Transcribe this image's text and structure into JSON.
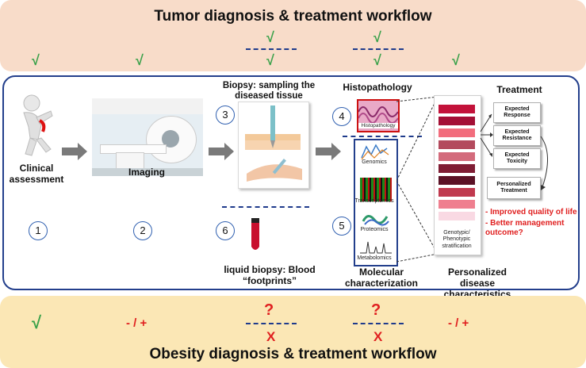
{
  "top": {
    "title": "Tumor diagnosis & treatment workflow",
    "check": "√"
  },
  "bottom": {
    "title": "Obesity diagnosis & treatment workflow",
    "check": "√",
    "partial": "- / +",
    "question": "?",
    "cross": "X"
  },
  "steps": {
    "clinical": {
      "label": "Clinical assessment",
      "number": "1"
    },
    "imaging": {
      "label": "Imaging",
      "number": "2"
    },
    "biopsy": {
      "label": "Biopsy: sampling the diseased tissue",
      "number": "3"
    },
    "histopathology": {
      "label": "Histopathology",
      "image_label": "Histopathology",
      "number": "4"
    },
    "molecular": {
      "label": "Molecular characterization",
      "number": "5",
      "omics": [
        "Genomics",
        "Transcriptomics",
        "Proteomics",
        "Metabolomics"
      ]
    },
    "liquid": {
      "label": "liquid biopsy: Blood “footprints”",
      "number": "6"
    },
    "personalized": {
      "label": "Personalized disease characteristics",
      "strip_label": "Genotypic/ Phenotypic stratification"
    },
    "treatment": {
      "label": "Treatment",
      "boxes": [
        "Expected Response",
        "Expected Resistance",
        "Expected Toxicity",
        "Personalized Treatment"
      ],
      "outcomes": [
        "- Improved quality of life",
        "- Better management outcome?"
      ]
    }
  },
  "colors": {
    "check": "#3aa14a",
    "red": "#e02020",
    "frame": "#233f8c",
    "top_band": "#f8dcc9",
    "bottom_band": "#fbe7b5",
    "strip": [
      "#c3123a",
      "#a40f35",
      "#f26d7d",
      "#b34a5d",
      "#d36b7c",
      "#7f1d34",
      "#5b1226",
      "#c0394e",
      "#ef7f8f",
      "#f9d9e3"
    ]
  }
}
